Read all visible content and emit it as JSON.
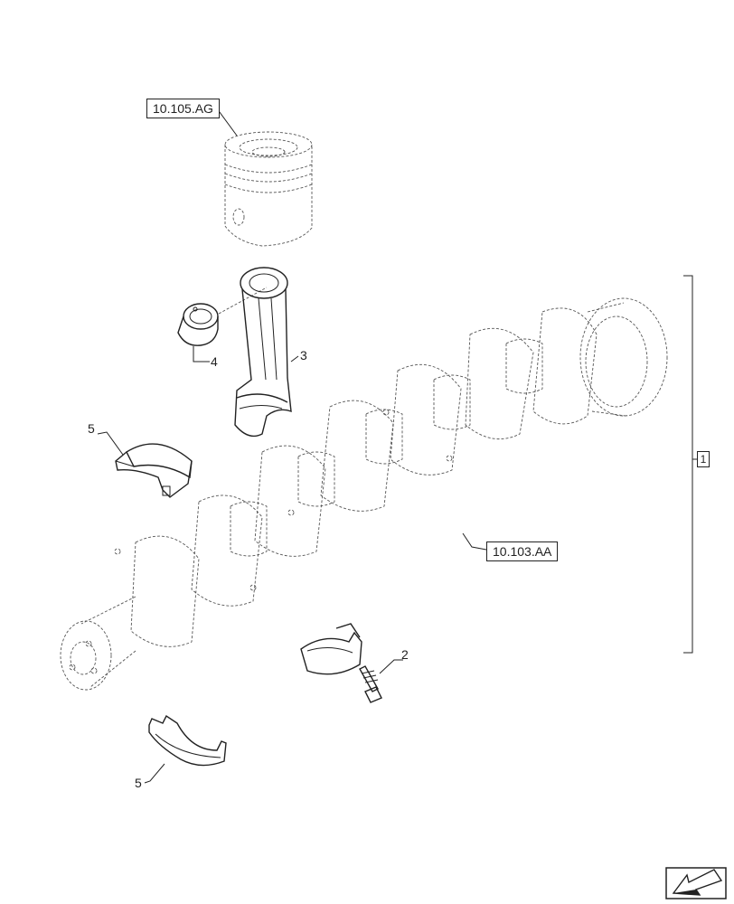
{
  "references": {
    "piston_ref": "10.105.AG",
    "crankshaft_ref": "10.103.AA"
  },
  "callouts": {
    "bolt": "2",
    "connecting_rod": "3",
    "bushing": "4",
    "bearing_upper": "5",
    "bearing_lower": "5"
  },
  "group": {
    "label": "1"
  },
  "nav": {
    "icon": "next-page-arrow-icon"
  }
}
